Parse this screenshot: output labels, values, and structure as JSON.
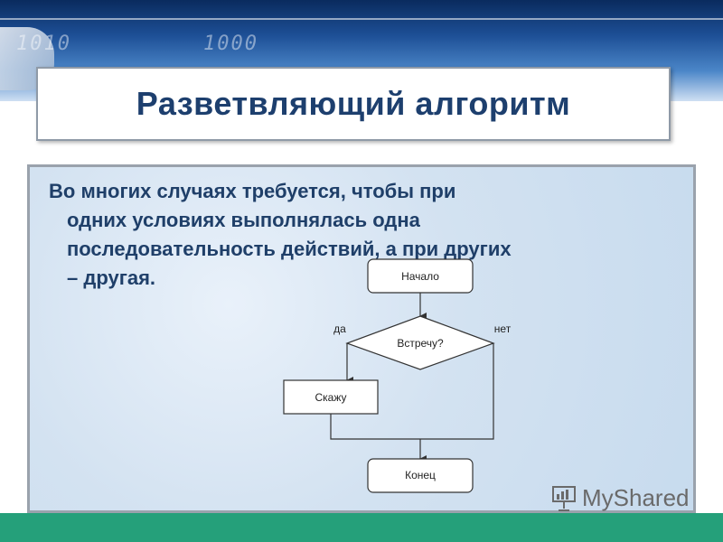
{
  "slide": {
    "title": "Разветвляющий алгоритм",
    "bullet_lines": [
      "Во многих случаях требуется, чтобы при",
      "одних условиях выполнялась одна",
      "последовательность действий, а при других",
      "– другая."
    ]
  },
  "banner": {
    "binary_left": "1010",
    "binary_right": "1000"
  },
  "flowchart": {
    "start_label": "Начало",
    "condition_label": "Встречу?",
    "yes_label": "да",
    "no_label": "нет",
    "action_label": "Скажу",
    "end_label": "Конец"
  },
  "watermark": {
    "text": "MyShared",
    "icon": "presentation-screen-icon"
  },
  "colors": {
    "title": "#1d3f6e",
    "body_text": "#1f3f69",
    "bottom_bar": "#25a07a"
  }
}
